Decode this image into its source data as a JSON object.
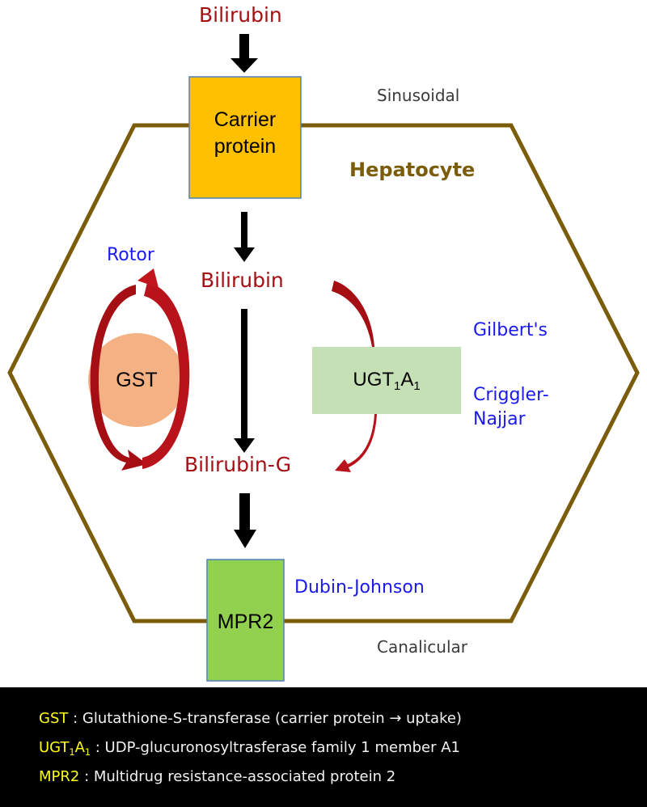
{
  "diagram": {
    "title": "Bilirubin transport in the hepatocyte",
    "colors": {
      "membrane": "#7b5c0a",
      "carrier_box": "#ffc000",
      "mpr2_box": "#92d050",
      "ugt_box": "#c5e0b4",
      "gst_circle": "#f4b183",
      "metabolite_text": "#a50f14",
      "disease_text": "#1a1aef",
      "legend_key": "#ffff1a",
      "legend_bg": "#000000"
    },
    "metabolites": {
      "bilirubin_outside": "Bilirubin",
      "bilirubin_inside": "Bilirubin",
      "bilirubin_conjugated": "Bilirubin-G"
    },
    "cell": {
      "label": "Hepatocyte",
      "sinusoidal_label": "Sinusoidal",
      "canalicular_label": "Canalicular"
    },
    "nodes": {
      "carrier_line1": "Carrier",
      "carrier_line2": "protein",
      "gst": "GST",
      "ugt_base": "UGT",
      "ugt_sub1": "1",
      "ugt_mid": "A",
      "ugt_sub2": "1",
      "mpr2": "MPR2"
    },
    "diseases": {
      "rotor": "Rotor",
      "gilbert": "Gilbert's",
      "crigler_line1": "Criggler-",
      "crigler_line2": "Najjar",
      "dubin_johnson": "Dubin-Johnson"
    }
  },
  "legend": {
    "rows": [
      {
        "key": "GST",
        "key_sub1": "",
        "key_mid": "",
        "key_sub2": "",
        "separator": " :  ",
        "text": "Glutathione-S-transferase (carrier protein → uptake)"
      },
      {
        "key": "UGT",
        "key_sub1": "1",
        "key_mid": "A",
        "key_sub2": "1",
        "separator": " :  ",
        "text": "UDP-glucuronosyltrasferase family 1 member A1"
      },
      {
        "key": "MPR2",
        "key_sub1": "",
        "key_mid": "",
        "key_sub2": "",
        "separator": " :  ",
        "text": "Multidrug resistance-associated protein 2"
      }
    ]
  }
}
